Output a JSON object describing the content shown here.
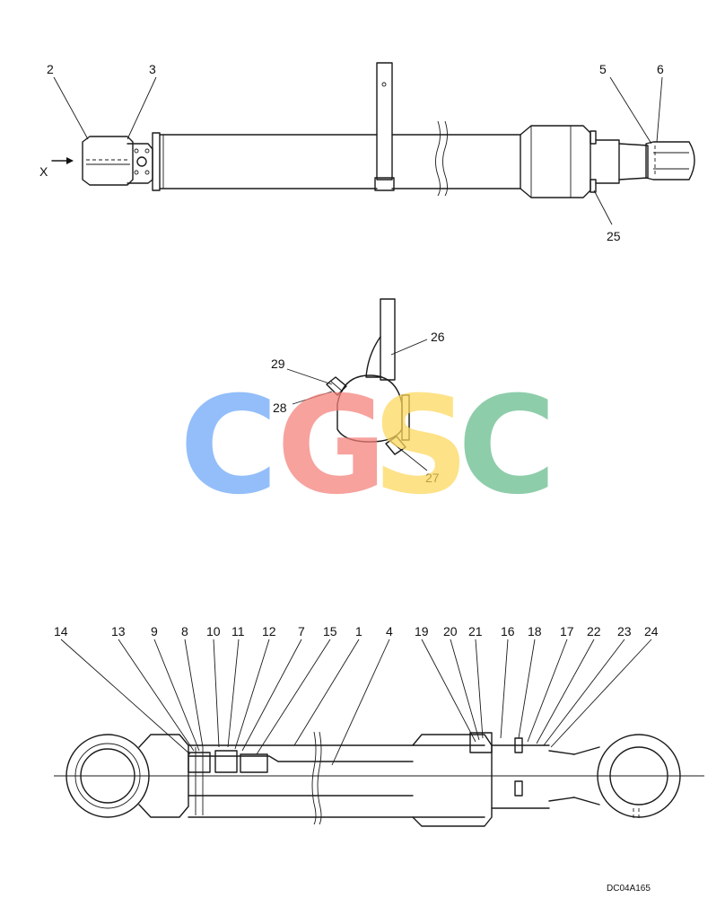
{
  "callouts": {
    "c2": "2",
    "c3": "3",
    "c5": "5",
    "c6": "6",
    "c25": "25",
    "x": "X",
    "c26": "26",
    "c29": "29",
    "c28": "28",
    "c27": "27",
    "c14": "14",
    "c13": "13",
    "c9": "9",
    "c8": "8",
    "c10": "10",
    "c11": "11",
    "c12": "12",
    "c7": "7",
    "c15": "15",
    "c1": "1",
    "c4": "4",
    "c19": "19",
    "c20": "20",
    "c21": "21",
    "c16": "16",
    "c18": "18",
    "c17": "17",
    "c22": "22",
    "c23": "23",
    "c24": "24"
  },
  "drawing_code": "DC04A165",
  "watermark": {
    "letters": [
      "C",
      "G",
      "S",
      "C"
    ],
    "colors": [
      "#6aa6f8",
      "#f47f78",
      "#fdd85a",
      "#63bb8a"
    ]
  }
}
